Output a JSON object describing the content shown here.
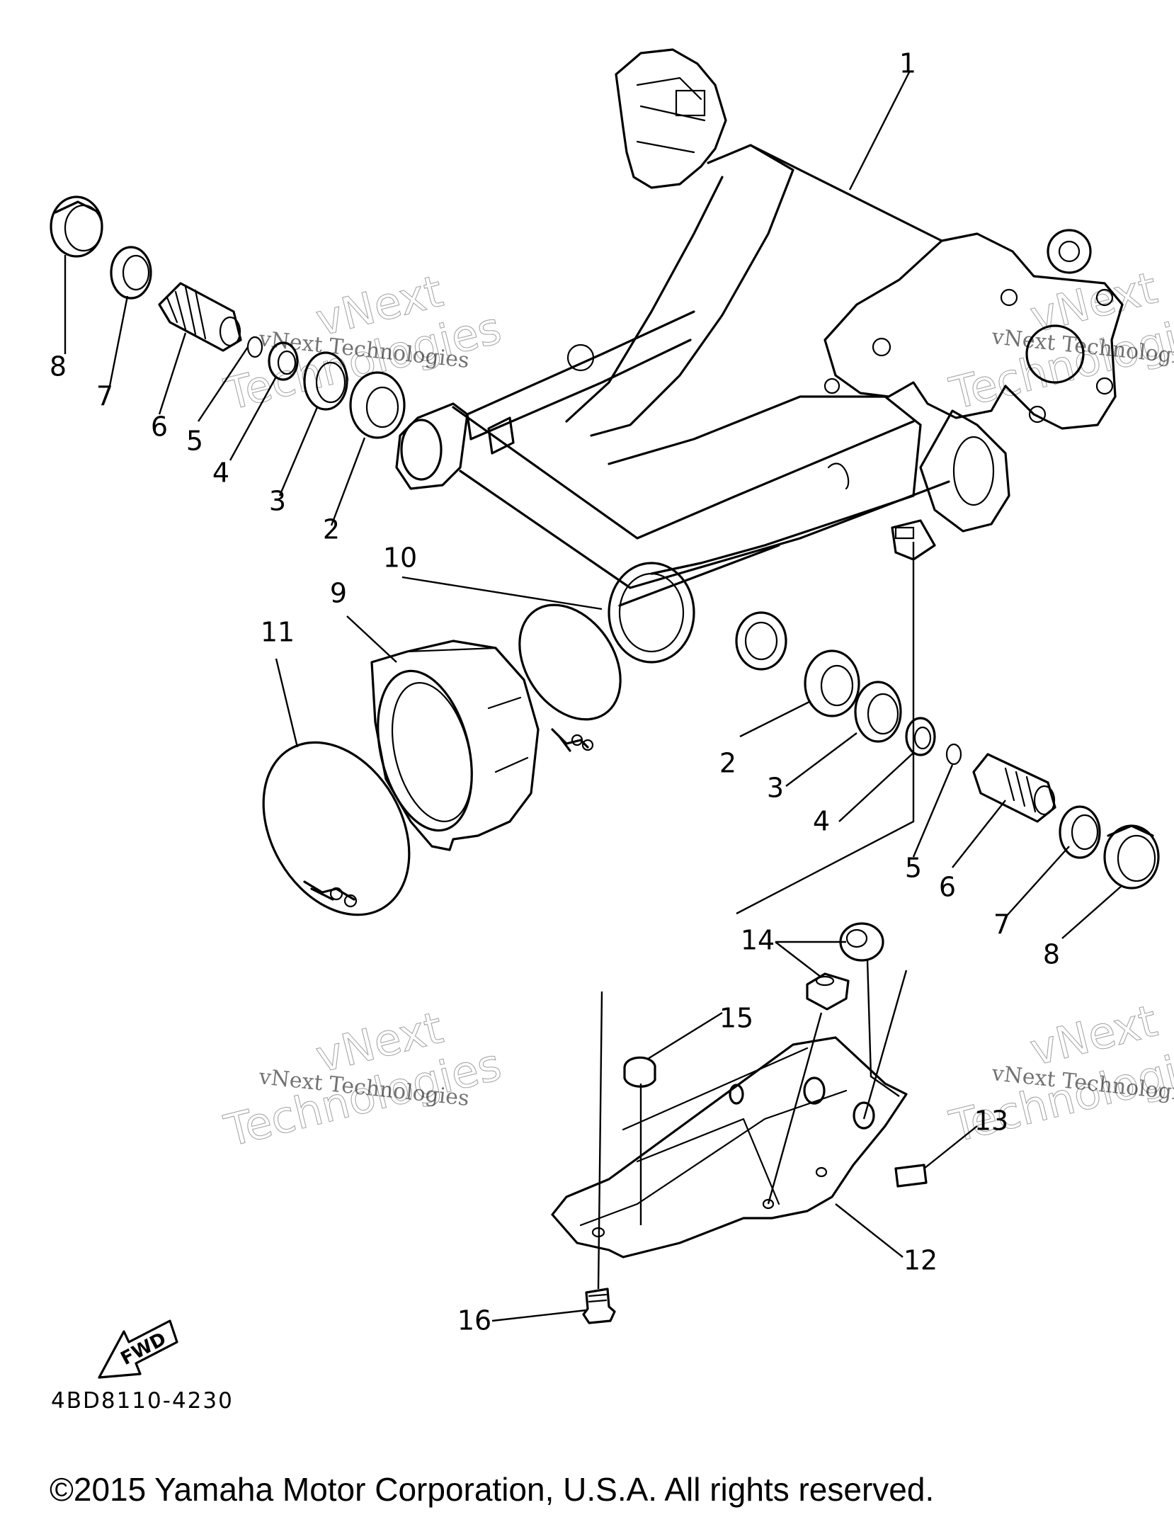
{
  "diagram": {
    "callouts": [
      "1",
      "2",
      "3",
      "4",
      "5",
      "6",
      "7",
      "8",
      "9",
      "10",
      "11",
      "12",
      "13",
      "14",
      "15",
      "16"
    ],
    "fwd_label": "FWD",
    "drawing_code": "4BD8110-4230",
    "copyright": "©2015 Yamaha Motor Corporation, U.S.A. All rights reserved."
  },
  "watermark": {
    "company": "vNext Technologies",
    "line1": "vNext",
    "line2": "Technologies"
  }
}
